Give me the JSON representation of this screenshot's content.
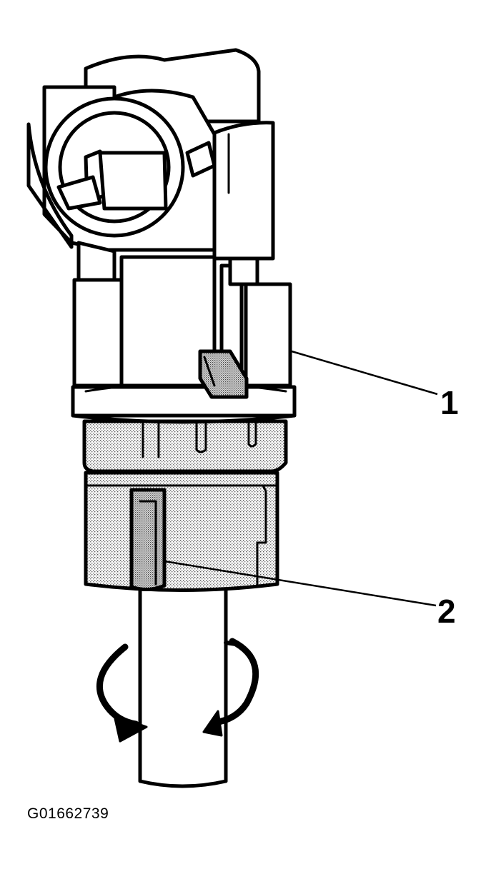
{
  "diagram": {
    "callouts": [
      {
        "label": "1"
      },
      {
        "label": "2"
      }
    ],
    "figure_code": "G01662739"
  }
}
